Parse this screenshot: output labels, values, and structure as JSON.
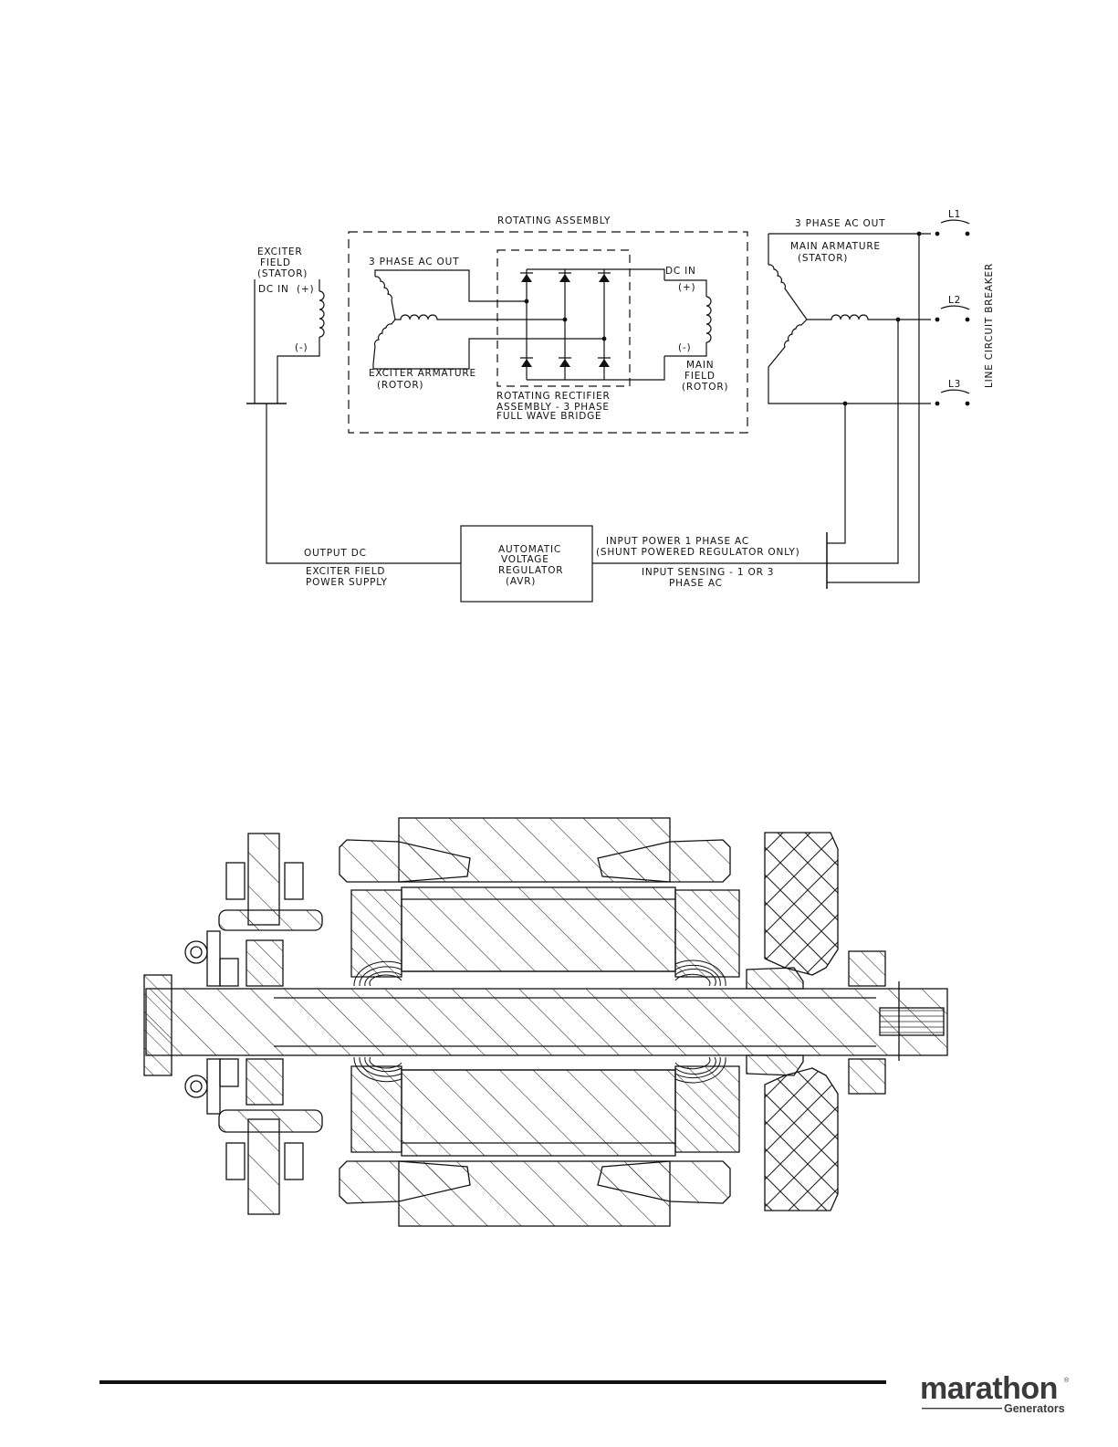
{
  "schematic": {
    "rotating_assembly": "ROTATING ASSEMBLY",
    "exciter_field": [
      "EXCITER",
      "FIELD",
      "(STATOR)"
    ],
    "exciter_dc_in": "DC IN",
    "plus": "(+)",
    "minus": "(-)",
    "three_phase_ac_out": "3 PHASE AC OUT",
    "exciter_armature": [
      "EXCITER ARMATURE",
      "(ROTOR)"
    ],
    "rectifier": [
      "ROTATING RECTIFIER",
      "ASSEMBLY - 3 PHASE",
      "FULL WAVE BRIDGE"
    ],
    "main_dc_in": "DC IN",
    "main_field": [
      "MAIN",
      "FIELD",
      "(ROTOR)"
    ],
    "main_three_phase_ac_out": "3 PHASE AC OUT",
    "main_armature": [
      "MAIN ARMATURE",
      "(STATOR)"
    ],
    "lines": [
      "L1",
      "L2",
      "L3"
    ],
    "line_breaker": "LINE CIRCUIT BREAKER",
    "avr": [
      "AUTOMATIC",
      "VOLTAGE",
      "REGULATOR",
      "(AVR)"
    ],
    "output_dc": "OUTPUT DC",
    "exciter_power": [
      "EXCITER FIELD",
      "POWER SUPPLY"
    ],
    "input_power": [
      "INPUT POWER 1 PHASE AC",
      "(SHUNT POWERED REGULATOR ONLY)"
    ],
    "input_sensing": [
      "INPUT SENSING - 1 OR 3",
      "PHASE AC"
    ]
  },
  "footer": {
    "logo_word": "marathon",
    "logo_reg": "®",
    "logo_sub": "Generators"
  }
}
